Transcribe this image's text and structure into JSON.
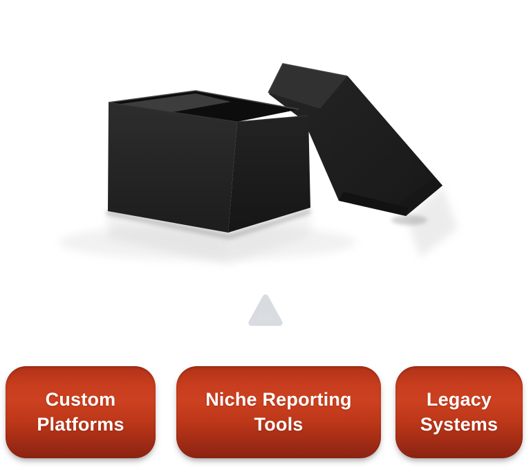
{
  "page": {
    "background_color": "#ffffff"
  },
  "illustration": {
    "icon": "open-black-box",
    "box_color": "#1f1f1f",
    "lid_color": "#1e1e1e",
    "interior_color": "#0d0d0d"
  },
  "connector": {
    "icon": "up-triangle",
    "color": "#d8dbdf"
  },
  "buttons": {
    "text_color": "#ffffff",
    "accent_top": "#b5361b",
    "accent_middle": "#c9401f",
    "accent_bottom": "#8a2312",
    "items": [
      {
        "id": "custom-platforms",
        "label": "Custom Platforms"
      },
      {
        "id": "niche-reporting-tools",
        "label": "Niche Reporting Tools"
      },
      {
        "id": "legacy-systems",
        "label": "Legacy Systems"
      }
    ]
  }
}
